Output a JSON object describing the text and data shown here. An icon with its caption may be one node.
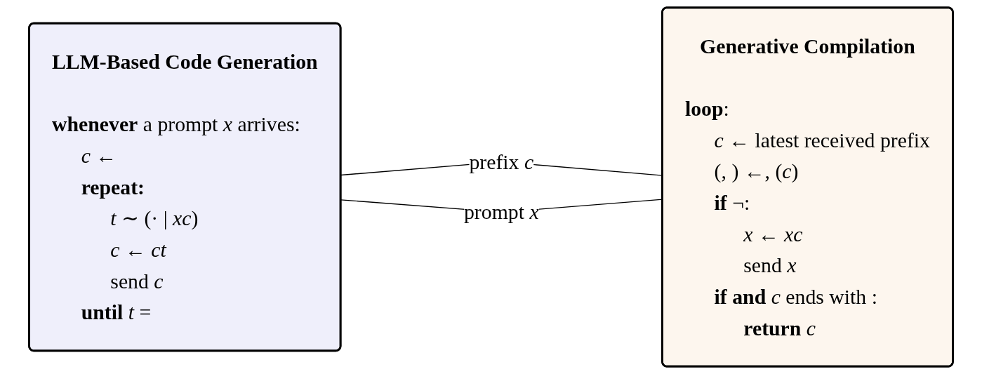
{
  "diagram": {
    "nodes": [
      {
        "text": [
          "LLM-Based Code Generation",
          "**whenever** a prompt *x* arrives:",
          "*c* ←",
          "**repeat:**",
          "*t* ∼ (· | *xc*)",
          "*c* ← *ct*",
          "send *c*",
          "**until** *t* ="
        ]
      },
      {
        "text": [
          "Generative Compilation",
          "**loop**:",
          "*c* ← latest received prefix",
          "(, ) ←, (*c*)",
          "**if** ¬:",
          "*x* ← *xc*",
          "send *x*",
          "**if** **and** *c* ends with :",
          "**return** *c*"
        ]
      }
    ],
    "edges": [
      {
        "from": 0,
        "to": 1,
        "arrow": "none",
        "label": "prefix *c*"
      },
      {
        "from": 0,
        "to": 1,
        "arrow": "none",
        "label": "prompt *x*"
      }
    ]
  }
}
